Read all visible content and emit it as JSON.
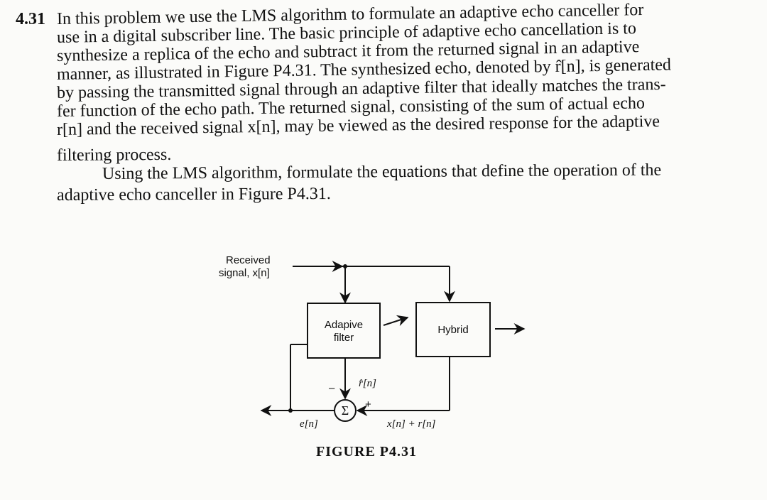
{
  "problem": {
    "number": "4.31",
    "lines": [
      "In this problem we use the LMS algorithm to formulate an adaptive echo canceller for",
      "use in a digital subscriber line. The basic principle of adaptive echo cancellation is to",
      "synthesize a replica of the echo and subtract it from the returned signal in an adaptive",
      "manner, as illustrated in Figure P4.31. The synthesized echo, denoted by r̂[n], is generated",
      "by passing the transmitted signal through an adaptive filter that ideally matches the trans-",
      "fer function of the echo path. The returned signal, consisting of the sum of actual echo",
      "r[n] and the received signal x[n], may be viewed as the desired response for the adaptive",
      "filtering process.",
      "Using the LMS algorithm, formulate the equations that define the operation of the",
      "adaptive echo canceller in Figure P4.31."
    ]
  },
  "figure": {
    "input_label_line1": "Received",
    "input_label_line2": "signal, x[n]",
    "filter_label_line1": "Adapive",
    "filter_label_line2": "filter",
    "hybrid_label": "Hybrid",
    "estimate_label": "r̂[n]",
    "minus_sign": "–",
    "plus_sign": "+",
    "sum_symbol": "Σ",
    "error_label": "e[n]",
    "desired_label": "x[n] + r[n]",
    "caption": "FIGURE P4.31"
  }
}
